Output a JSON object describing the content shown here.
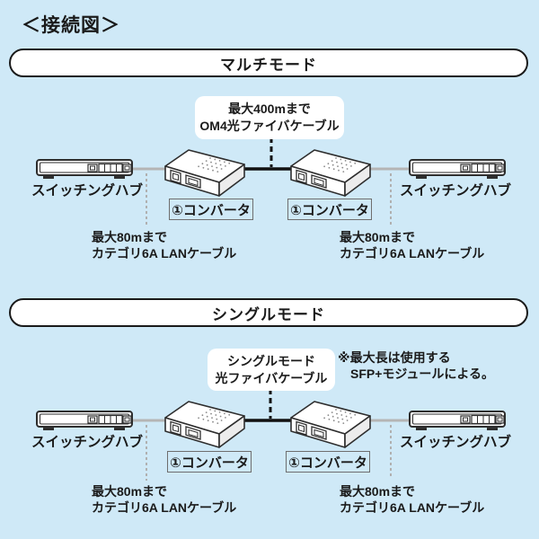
{
  "title": "＜接続図＞",
  "colors": {
    "background": "#cfe9f7",
    "panel_fill": "#ffffff",
    "outline": "#2e2e2e",
    "banner_border": "#1a1a1a",
    "fiber_cable": "#111111",
    "lan_cable": "#b5b5b5",
    "indicator_dash": "#b0b0b0"
  },
  "sections": [
    {
      "banner": "マルチモード",
      "fiber_callout": {
        "line1": "最大400mまで",
        "line2": "OM4光ファイバケーブル"
      },
      "hubs": {
        "left": "スイッチングハブ",
        "right": "スイッチングハブ"
      },
      "converters": {
        "left": "①コンバータ",
        "right": "①コンバータ"
      },
      "lan_notes": {
        "left": {
          "line1": "最大80mまで",
          "line2": "カテゴリ6A LANケーブル"
        },
        "right": {
          "line1": "最大80mまで",
          "line2": "カテゴリ6A LANケーブル"
        }
      }
    },
    {
      "banner": "シングルモード",
      "fiber_callout": {
        "line1": "シングルモード",
        "line2": "光ファイバケーブル"
      },
      "side_note": {
        "line1": "※最大長は使用する",
        "line2": "SFP+モジュールによる。"
      },
      "hubs": {
        "left": "スイッチングハブ",
        "right": "スイッチングハブ"
      },
      "converters": {
        "left": "①コンバータ",
        "right": "①コンバータ"
      },
      "lan_notes": {
        "left": {
          "line1": "最大80mまで",
          "line2": "カテゴリ6A LANケーブル"
        },
        "right": {
          "line1": "最大80mまで",
          "line2": "カテゴリ6A LANケーブル"
        }
      }
    }
  ]
}
